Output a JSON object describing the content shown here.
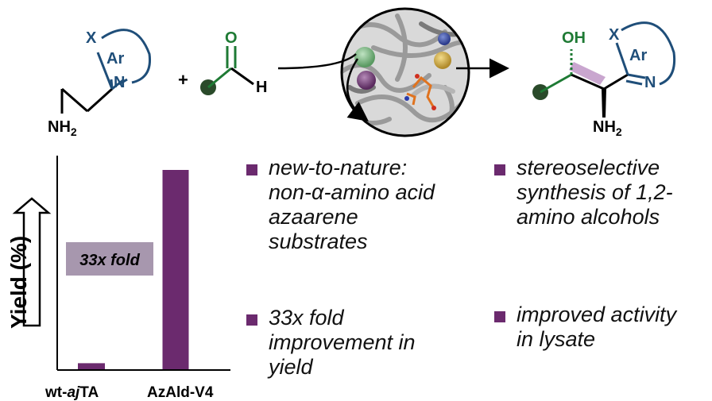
{
  "reaction": {
    "reactant1": {
      "x_label": "X",
      "ar_label": "Ar",
      "n_label": "N",
      "amine_label": "NH",
      "amine_sub": "2"
    },
    "plus": "+",
    "reactant2": {
      "o_label": "O",
      "h_label": "H"
    },
    "product": {
      "oh_label": "OH",
      "x_label": "X",
      "ar_label": "Ar",
      "n_label": "N",
      "amine_label": "NH",
      "amine_sub": "2"
    }
  },
  "chart_data": {
    "type": "bar",
    "categories": [
      "wt-ajTA",
      "AzAld-V4"
    ],
    "values": [
      1,
      33
    ],
    "ylabel": "Yield (%)",
    "annotation": "33x fold",
    "grid": false,
    "colors": {
      "bar": "#6b2a6e",
      "annotation_box": "#a797ae"
    }
  },
  "bullets": [
    {
      "lines": [
        "new-to-nature:",
        "non-α-amino acid",
        "azaarene",
        "substrates"
      ]
    },
    {
      "lines": [
        "33x fold",
        "improvement in",
        "yield"
      ]
    },
    {
      "lines": [
        "stereoselective",
        "synthesis of 1,2-",
        "amino alcohols"
      ]
    },
    {
      "lines": [
        "improved activity",
        "in lysate"
      ]
    }
  ],
  "colors": {
    "blue": "#1f4e79",
    "green": "#1e7a34",
    "purple": "#6b2a6e",
    "highlight": "#c9a6cf"
  }
}
